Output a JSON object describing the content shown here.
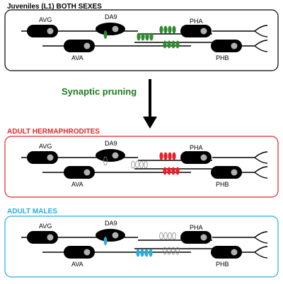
{
  "panels": [
    {
      "id": "juvenile",
      "title": "Juveniles (L1) BOTH SEXES",
      "title_color": "#000000",
      "border_color": "#000000",
      "dorsal_synapse_color": "#2e8b2e",
      "pha_synapse_color": "#2e8b2e",
      "phb_synapse_color": "#2e8b2e",
      "pruned": "none"
    },
    {
      "id": "hermaphrodite",
      "title": "ADULT HERMAPHRODITES",
      "title_color": "#e3242b",
      "border_color": "#e3242b",
      "dorsal_synapse_color": "#888888",
      "pha_synapse_color": "#ee1c25",
      "phb_synapse_color": "#ee1c25",
      "pruned": "dorsal"
    },
    {
      "id": "male",
      "title": "ADULT MALES",
      "title_color": "#29abe2",
      "border_color": "#29abe2",
      "dorsal_synapse_color": "#29abe2",
      "pha_synapse_color": "#888888",
      "phb_synapse_color": "#29abe2",
      "pruned": "pha"
    }
  ],
  "neurons": {
    "avg": "AVG",
    "ava": "AVA",
    "da9": "DA9",
    "pha": "PHA",
    "phb": "PHB"
  },
  "arrow_label": "Synaptic pruning",
  "arrow_label_color": "#1f7a1f"
}
